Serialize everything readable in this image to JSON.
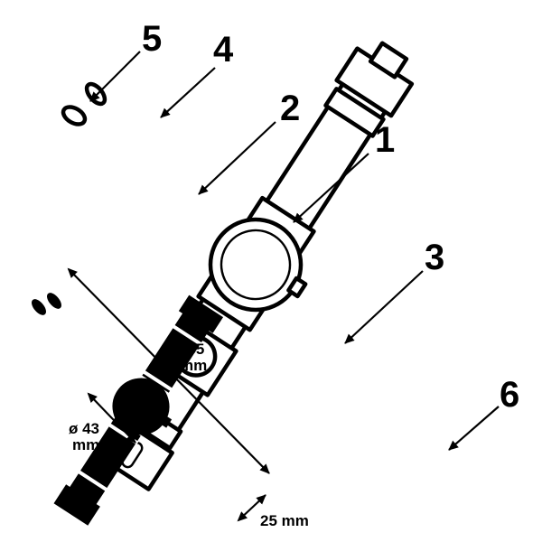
{
  "callouts": {
    "c1": "1",
    "c2": "2",
    "c3": "3",
    "c4": "4",
    "c5": "5",
    "c6": "6"
  },
  "dimensions": {
    "length_value": "255",
    "length_unit": "mm",
    "diameter_value": "ø 43",
    "diameter_unit": "mm",
    "width_label": "25 mm"
  },
  "colors": {
    "ink": "#000000",
    "paper": "#ffffff"
  }
}
